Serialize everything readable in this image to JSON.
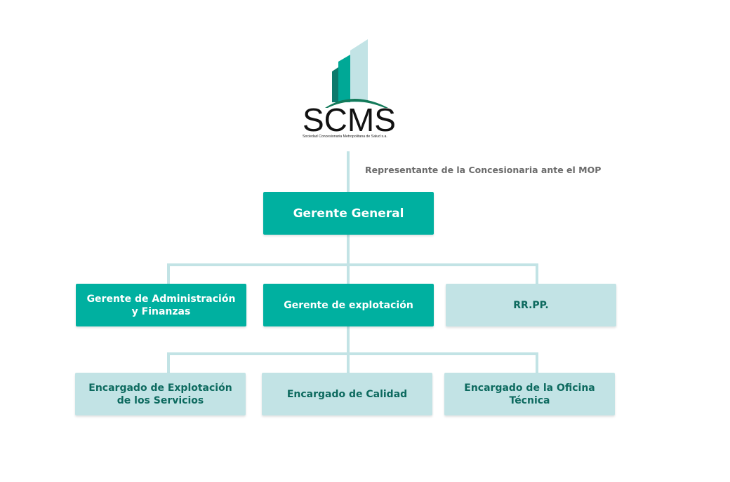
{
  "logo": {
    "name": "SCMS",
    "subtitle": "Sociedad Concesionaria Metropolitana de Salud s.a.",
    "icon": "building-logo-icon"
  },
  "note": "Representante de la Concesionaria ante el MOP",
  "colors": {
    "dark_box": "#00b0a0",
    "light_box": "#c2e3e5",
    "connector": "#c2e3e5",
    "light_text": "#0d6a5f"
  },
  "boxes": {
    "ceo": "Gerente General",
    "admin_line1": "Gerente de Administración",
    "admin_line2": "y Finanzas",
    "operations": "Gerente de explotación",
    "pr": "RR.PP.",
    "services_line1": "Encargado de Explotación",
    "services_line2": "de los Servicios",
    "quality": "Encargado de Calidad",
    "technical_line1": "Encargado de la Oficina",
    "technical_line2": "Técnica"
  }
}
